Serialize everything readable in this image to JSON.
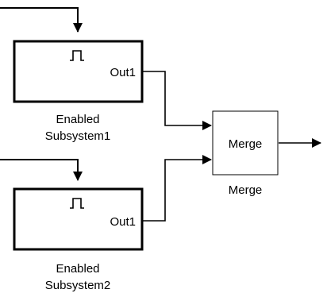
{
  "diagram": {
    "subsystem1": {
      "port_label": "Out1",
      "caption_line1": "Enabled",
      "caption_line2": "Subsystem1"
    },
    "subsystem2": {
      "port_label": "Out1",
      "caption_line1": "Enabled",
      "caption_line2": "Subsystem2"
    },
    "merge": {
      "title": "Merge",
      "caption": "Merge"
    }
  },
  "colors": {
    "line": "#000000",
    "block_fill": "#ffffff",
    "background": "#ffffff"
  },
  "icons": {
    "enable_port": "pulse-icon"
  }
}
